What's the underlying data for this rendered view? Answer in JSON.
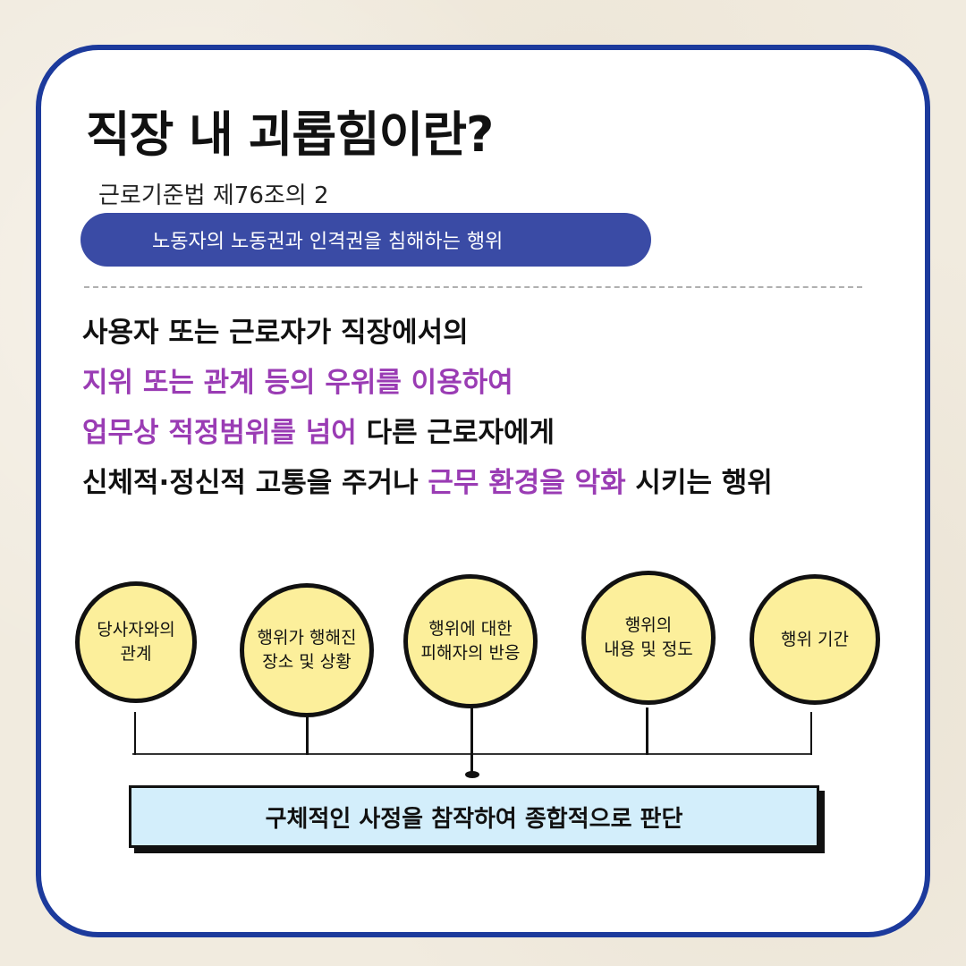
{
  "title": "직장 내 괴롭힘이란?",
  "subtitle": "근로기준법 제76조의 2",
  "pill_text": "노동자의 노동권과 인격권을 침해하는 행위",
  "definition": {
    "line1": "사용자 또는 근로자가 직장에서의",
    "line2": "지위 또는 관계 등의 우위를 이용하여",
    "line3_highlight": "업무상 적정범위를 넘어",
    "line3_rest": " 다른 근로자에게",
    "line4_start": "신체적·정신적 고통을 주거나 ",
    "line4_highlight": "근무 환경을 악화",
    "line4_end": " 시키는 행위"
  },
  "criteria": [
    {
      "line1": "당사자와의",
      "line2": "관계"
    },
    {
      "line1": "행위가 행해진",
      "line2": "장소 및 상황"
    },
    {
      "line1": "행위에 대한",
      "line2": "피해자의 반응"
    },
    {
      "line1": "행위의",
      "line2": "내용 및 정도"
    },
    {
      "line1": "행위  기간",
      "line2": ""
    }
  ],
  "conclusion": "구체적인 사정을 참작하여 종합적으로 판단",
  "colors": {
    "border": "#1c3a9c",
    "pill": "#3a4ba5",
    "highlight": "#9a3cb4",
    "circle_fill": "#fcef9b",
    "result_fill": "#d3eefb",
    "background": "#f1ebdf"
  }
}
